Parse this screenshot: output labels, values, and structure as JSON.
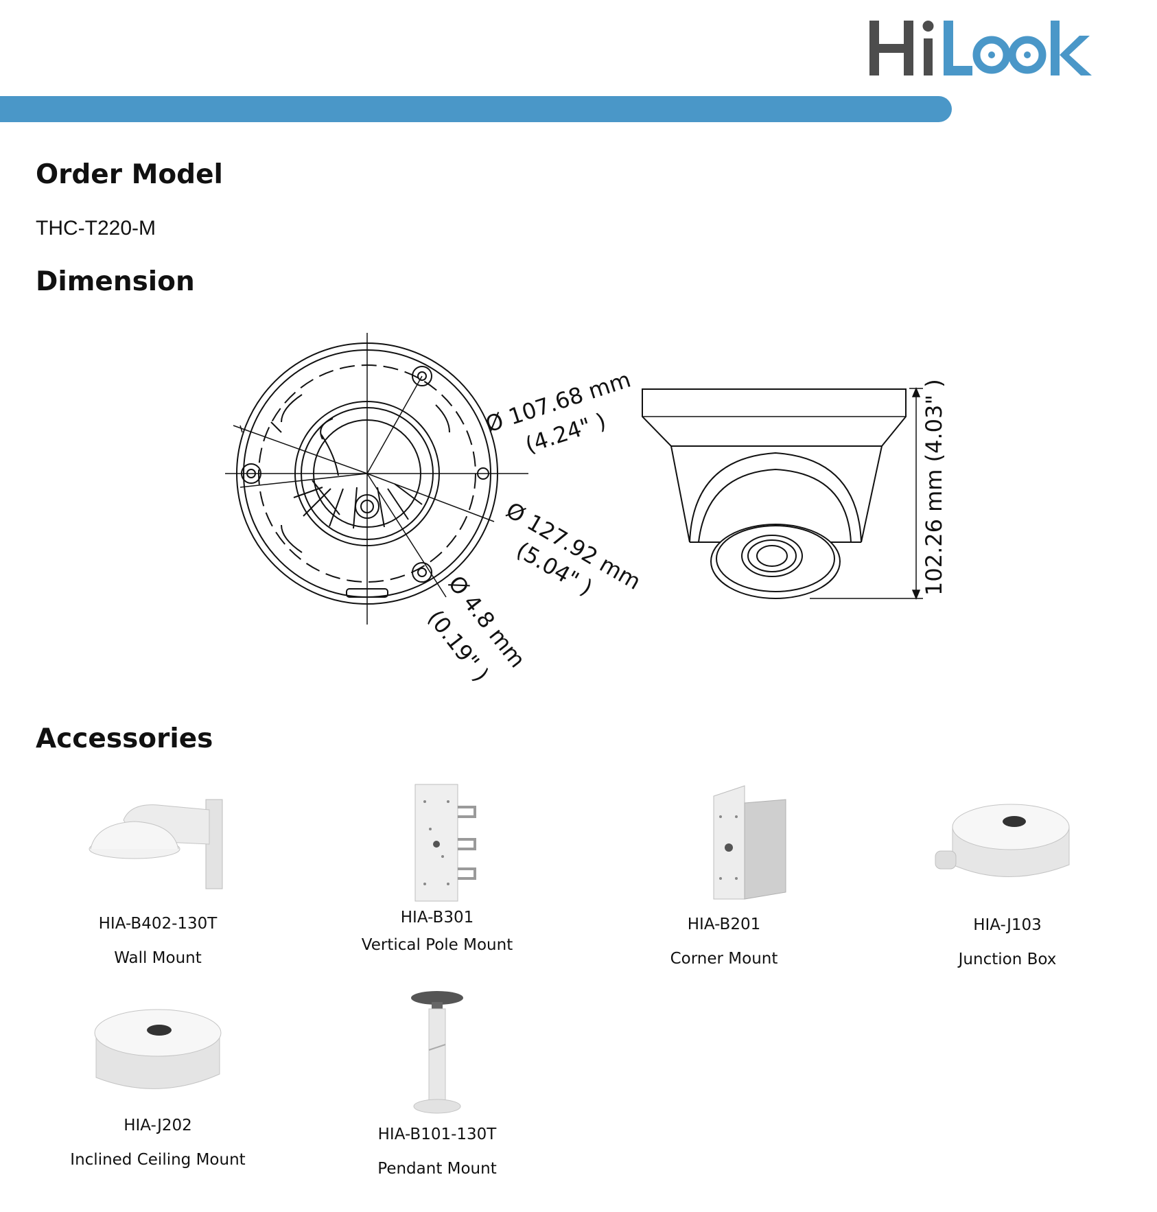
{
  "brand": {
    "logo_text": "HiLook",
    "colors": {
      "gray": "#4d4d4d",
      "blue": "#4a97c8"
    }
  },
  "sections": {
    "order_model_heading": "Order Model",
    "order_model_value": "THC-T220-M",
    "dimension_heading": "Dimension",
    "accessories_heading": "Accessories"
  },
  "dimensions": {
    "outer_dia_mm": "Ø 107.68 mm",
    "outer_dia_in": "(4.24\" )",
    "base_dia_mm": "Ø 127.92 mm",
    "base_dia_in": "(5.04\" )",
    "hole_dia_mm": "Ø 4.8 mm",
    "hole_dia_in": "(0.19\" )",
    "height": "102.26 mm (4.03\" )"
  },
  "accessories": [
    {
      "code": "HIA-B402-130T",
      "name": "Wall Mount",
      "icon": "wall-mount-icon"
    },
    {
      "code": "HIA-B301",
      "name": "Vertical Pole Mount",
      "icon": "pole-mount-icon"
    },
    {
      "code": "HIA-B201",
      "name": "Corner Mount",
      "icon": "corner-mount-icon"
    },
    {
      "code": "HIA-J103",
      "name": "Junction Box",
      "icon": "junction-box-icon"
    },
    {
      "code": "HIA-J202",
      "name": "Inclined Ceiling Mount",
      "icon": "inclined-ceiling-mount-icon"
    },
    {
      "code": "HIA-B101-130T",
      "name": "Pendant Mount",
      "icon": "pendant-mount-icon"
    }
  ]
}
